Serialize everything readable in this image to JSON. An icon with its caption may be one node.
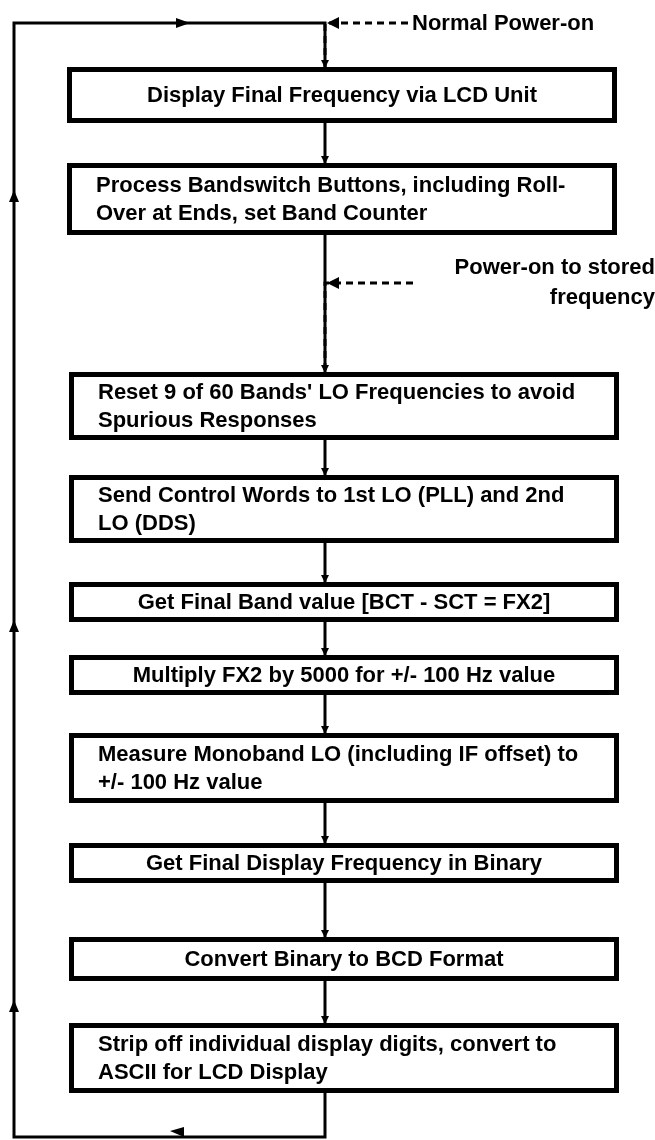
{
  "diagram": {
    "nodes": [
      {
        "text": [
          "Normal Power-on"
        ]
      },
      {
        "text": [
          "Display Final Frequency via LCD Unit"
        ]
      },
      {
        "text": [
          "Process Bandswitch Buttons, including Roll-Over at Ends, set Band Counter"
        ]
      },
      {
        "text": [
          "Power-on to stored frequency"
        ]
      },
      {
        "text": [
          "Reset 9 of 60 Bands' LO Frequencies to avoid Spurious Responses"
        ]
      },
      {
        "text": [
          "Send Control Words to 1st LO (PLL) and 2nd LO (DDS)"
        ]
      },
      {
        "text": [
          "Get Final Band value [BCT - SCT = FX2]"
        ]
      },
      {
        "text": [
          "Multiply FX2 by 5000 for +/- 100 Hz value"
        ]
      },
      {
        "text": [
          "Measure Monoband LO (including IF offset) to +/- 100 Hz value"
        ]
      },
      {
        "text": [
          "Get Final Display Frequency in Binary"
        ]
      },
      {
        "text": [
          "Convert Binary to BCD Format"
        ]
      },
      {
        "text": [
          "Strip off individual display digits, convert to ASCII for LCD Display"
        ]
      }
    ],
    "edges": [
      {
        "from": 0,
        "to": 1,
        "arrow": "to",
        "style": "dashed"
      },
      {
        "from": 1,
        "to": 2,
        "arrow": "to"
      },
      {
        "from": 2,
        "to": 4,
        "arrow": "to"
      },
      {
        "from": 3,
        "to": 4,
        "arrow": "to",
        "style": "dashed"
      },
      {
        "from": 4,
        "to": 5,
        "arrow": "to"
      },
      {
        "from": 5,
        "to": 6,
        "arrow": "to"
      },
      {
        "from": 6,
        "to": 7,
        "arrow": "to"
      },
      {
        "from": 7,
        "to": 8,
        "arrow": "to"
      },
      {
        "from": 8,
        "to": 9,
        "arrow": "to"
      },
      {
        "from": 9,
        "to": 10,
        "arrow": "to"
      },
      {
        "from": 10,
        "to": 11,
        "arrow": "to"
      },
      {
        "from": 11,
        "to": 1,
        "arrow": "to"
      }
    ]
  }
}
